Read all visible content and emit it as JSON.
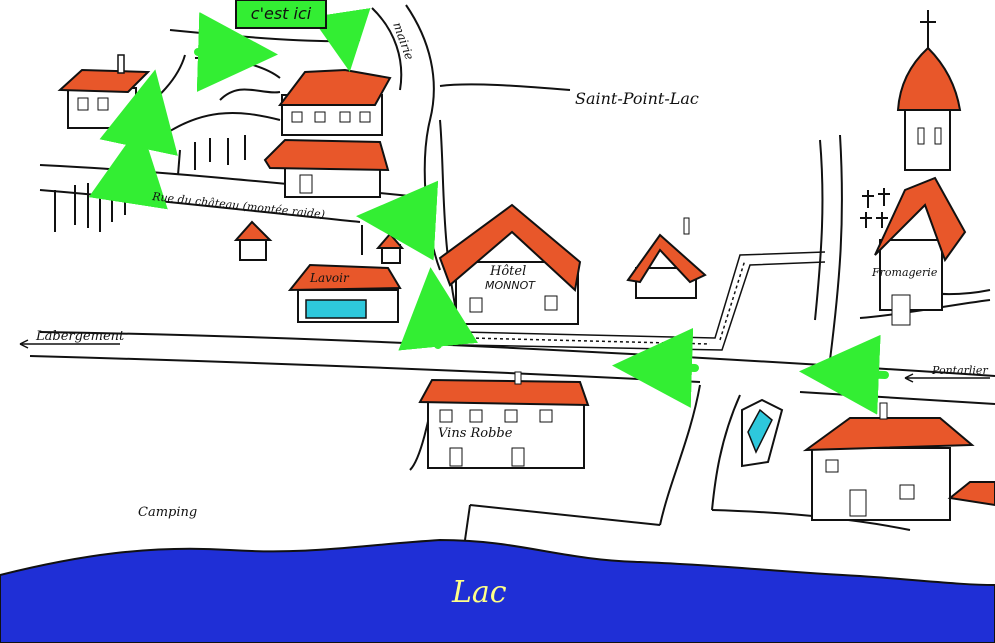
{
  "map": {
    "callout": "c'est ici",
    "village": "Saint-Point-Lac",
    "street_name": "Rue du château (montée raide)",
    "road_vertical": "mairie",
    "road_west": "Labergement",
    "road_east": "Pontarlier",
    "hotel_line1": "Hôtel",
    "hotel_line2": "MONNOT",
    "lavoir": "Lavoir",
    "fromagerie": "Fromagerie",
    "vins": "Vins Robbe",
    "camping": "Camping",
    "lake": "Lac"
  },
  "colors": {
    "roof": "#e8572a",
    "arrow": "#33ee33",
    "lake": "#1f2fd6",
    "pool": "#2ec8dc",
    "lake_text": "#ffff88"
  }
}
